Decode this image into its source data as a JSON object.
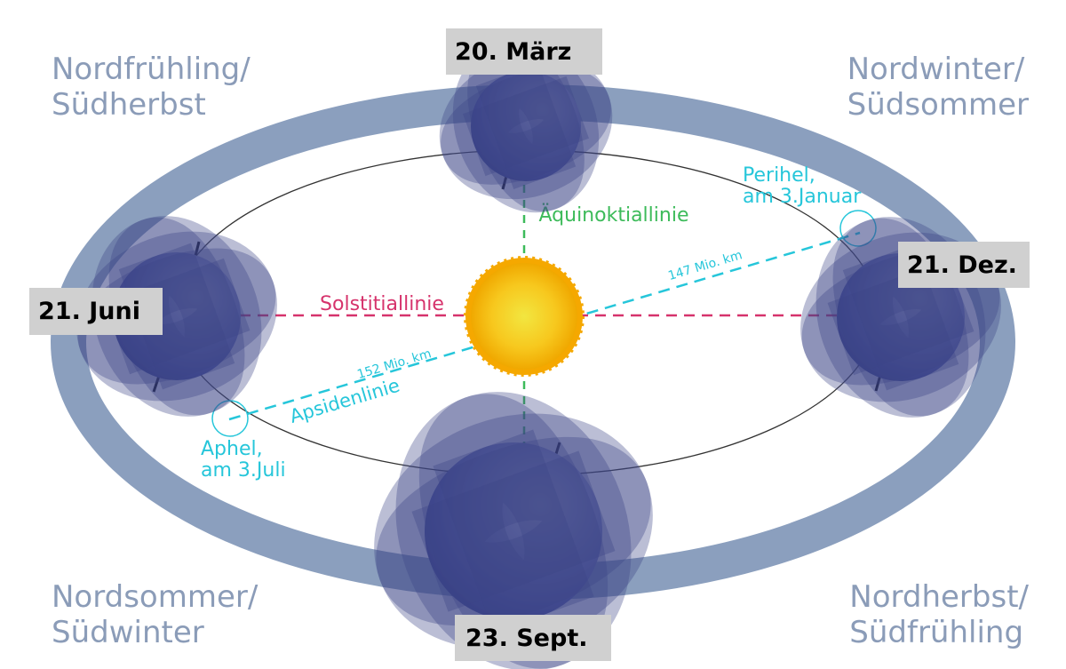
{
  "seasons": {
    "top_left": {
      "line1": "Nordfrühling/",
      "line2": "Südherbst"
    },
    "top_right": {
      "line1": "Nordwinter/",
      "line2": "Südsommer"
    },
    "bottom_left": {
      "line1": "Nordsommer/",
      "line2": "Südwinter"
    },
    "bottom_right": {
      "line1": "Nordherbst/",
      "line2": "Südfrühling"
    }
  },
  "dates": {
    "march": "20. März",
    "june": "21. Juni",
    "december": "21. Dez.",
    "september": "23. Sept."
  },
  "lines": {
    "solstice": "Solstitiallinie",
    "equinox": "Äquinoktiallinie",
    "apsides": "Apsidenlinie",
    "distance_aphelion": "152 Mio. km",
    "distance_perihelion": "147 Mio. km"
  },
  "points": {
    "perihelion": {
      "line1": "Perihel,",
      "line2": "am 3.Januar"
    },
    "aphelion": {
      "line1": "Aphel,",
      "line2": "am 3.Juli"
    }
  },
  "colors": {
    "ring": "#8b9fbe",
    "solstice_line": "#d6336c",
    "equinox_line": "#3dbb5a",
    "apsides_line": "#26c6da",
    "sun": "#f7c21a",
    "earth": "#5b63b8",
    "date_box": "#d0d0d0"
  }
}
